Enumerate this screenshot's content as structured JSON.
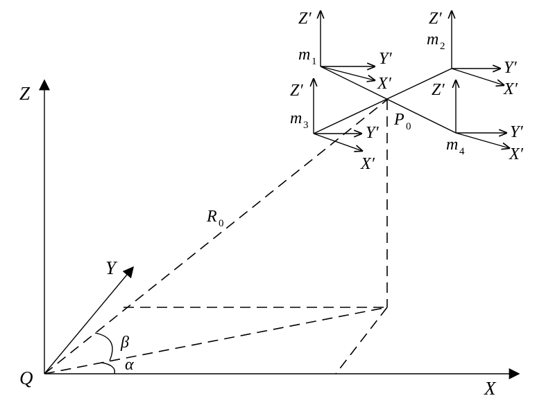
{
  "axes": {
    "z": "Z",
    "y": "Y",
    "x": "X",
    "origin": "Q"
  },
  "angles": {
    "alpha": "α",
    "beta": "β"
  },
  "vectors": {
    "r0_main": "R",
    "r0_sub": "0"
  },
  "center": {
    "main": "P",
    "sub": "0"
  },
  "masses": [
    {
      "main": "m",
      "sub": "1"
    },
    {
      "main": "m",
      "sub": "2"
    },
    {
      "main": "m",
      "sub": "3"
    },
    {
      "main": "m",
      "sub": "4"
    }
  ],
  "local_axes": {
    "z": "Z′",
    "y": "Y′",
    "x": "X′"
  }
}
